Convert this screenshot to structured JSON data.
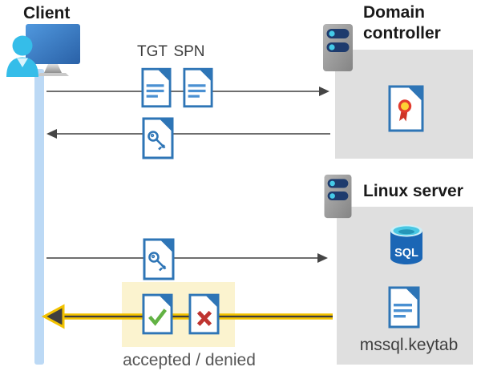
{
  "labels": {
    "client": "Client",
    "domain_controller": "Domain controller",
    "linux_server": "Linux server",
    "tgt": "TGT",
    "spn": "SPN",
    "sql_badge": "SQL",
    "keytab_file": "mssql.keytab",
    "result_caption": "accepted / denied"
  },
  "icons": {
    "client": "user-at-computer-icon",
    "domain_controller": "server-icon",
    "linux_server": "server-icon",
    "tgt_document": "document-icon",
    "spn_document": "document-icon",
    "ticket_document": "key-document-icon",
    "service_ticket_document": "key-document-icon",
    "certificate": "certificate-document-icon",
    "sql_database": "sql-database-icon",
    "keytab_document": "document-icon",
    "accepted_document": "check-document-icon",
    "denied_document": "cross-document-icon"
  },
  "colors": {
    "document_blue": "#2e75b6",
    "document_line_blue": "#4a90d2",
    "timeline_blue": "#bcd9f5",
    "container_gray": "#dfdfdf",
    "highlight_yellow": "#fbf3cf",
    "arrow_gray": "#595959",
    "arrow_yellow": "#f2c200",
    "check_green": "#62b244",
    "cross_red": "#bf3430",
    "persona_cyan": "#35bde9",
    "sql_blue": "#1b66b5",
    "server_pill_navy": "#1e3b6d"
  }
}
